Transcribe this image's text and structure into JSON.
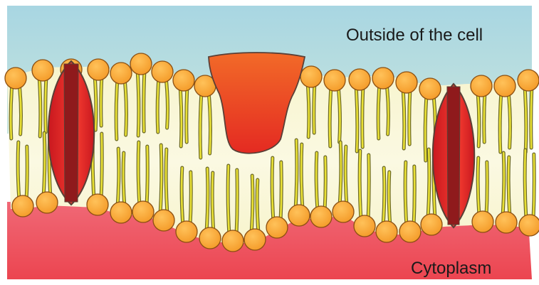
{
  "labels": {
    "outside": "Outside of the cell",
    "inside": "Cytoplasm"
  },
  "colors": {
    "outside_top": "#a8d6e2",
    "outside_bottom": "#c7e4dd",
    "cytoplasm_top": "#f06a78",
    "cytoplasm_bottom": "#ec4550",
    "bilayer_fill": "#f7f4cc",
    "bilayer_fill_mid": "#fbf9e2",
    "tail": "#e9e035",
    "tail_outline": "#6d6a27",
    "head": "#f49a28",
    "head_outline": "#8b4f12",
    "protein_light": "#f43b30",
    "protein_dark": "#c9181f",
    "protein_channel": "#8f1a1c",
    "protein_outline": "#5a3f36",
    "peripheral_top": "#f26a28",
    "peripheral_bottom": "#e42a22"
  },
  "components": {
    "channel_proteins": 2,
    "peripheral_proteins": 1
  }
}
